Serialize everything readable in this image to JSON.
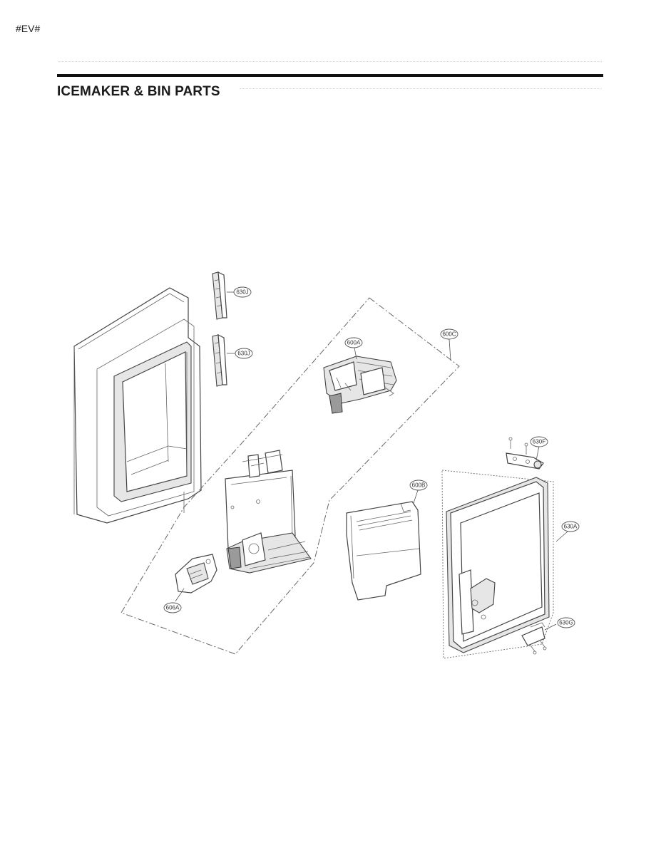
{
  "header": {
    "page_tag": "#EV#",
    "title": "ICEMAKER & BIN PARTS"
  },
  "diagram": {
    "parts": [
      {
        "id": "630J-upper",
        "callout": "630J"
      },
      {
        "id": "630J-lower",
        "callout": "630J"
      },
      {
        "id": "600C",
        "callout": "600C"
      },
      {
        "id": "600A",
        "callout": "600A"
      },
      {
        "id": "600B",
        "callout": "600B"
      },
      {
        "id": "606A",
        "callout": "606A"
      },
      {
        "id": "630F",
        "callout": "630F"
      },
      {
        "id": "630A",
        "callout": "630A"
      },
      {
        "id": "630G",
        "callout": "630G"
      }
    ]
  }
}
